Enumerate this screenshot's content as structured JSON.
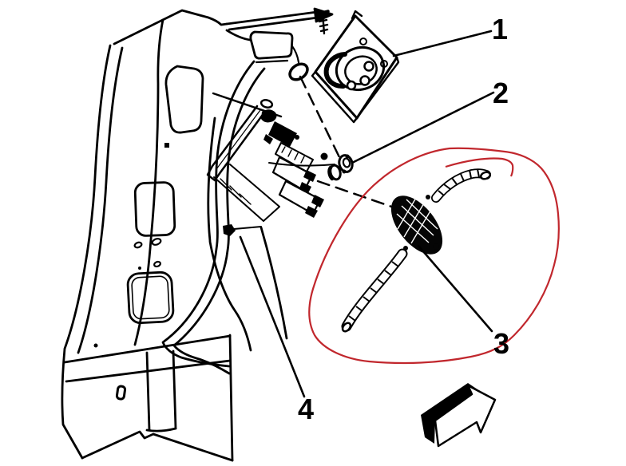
{
  "colors": {
    "ink": "#000000",
    "highlight": "#c1272d",
    "paper": "#ffffff"
  },
  "callouts": [
    {
      "label": "1"
    },
    {
      "label": "2"
    },
    {
      "label": "3"
    },
    {
      "label": "4"
    }
  ],
  "parts": [
    {
      "callout": "1",
      "name": "connector-mounting-plate"
    },
    {
      "callout": "2",
      "name": "grommet"
    },
    {
      "callout": "3",
      "name": "wiring-harness-conduit"
    },
    {
      "callout": "4",
      "name": "bracket-junction-block"
    }
  ]
}
